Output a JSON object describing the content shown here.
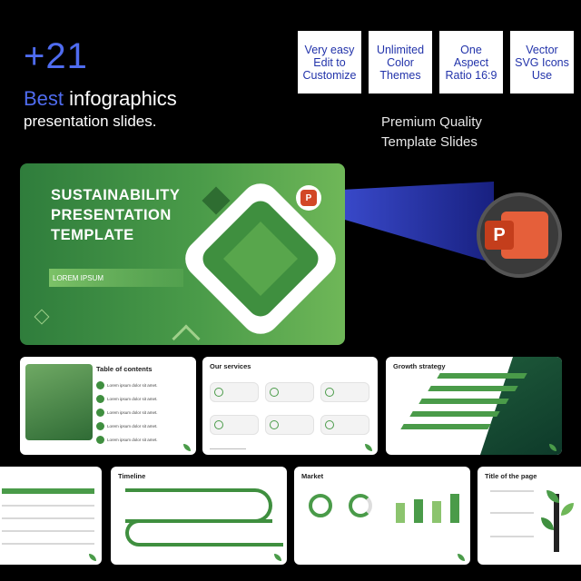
{
  "hero": {
    "count": "+21",
    "line1_accent": "Best",
    "line1_rest": " infographics",
    "line2": "presentation slides."
  },
  "features": [
    "Very easy Edit to Customize",
    "Unlimited Color Themes",
    "One Aspect Ratio 16:9",
    "Vector SVG Icons Use"
  ],
  "premium": [
    "Premium Quality",
    "Template Slides"
  ],
  "main_slide": {
    "title_lines": [
      "SUSTAINABILITY",
      "PRESENTATION",
      "TEMPLATE"
    ],
    "subtitle_bar": "LOREM IPSUM"
  },
  "icons": {
    "powerpoint_small": "powerpoint-icon",
    "powerpoint_big": "powerpoint-icon",
    "ppt_letter": "P"
  },
  "thumbnails": {
    "toc": {
      "title": "Table of contents",
      "item": "Lorem ipsum dolor sit amet."
    },
    "services": {
      "title": "Our services"
    },
    "growth": {
      "title": "Growth strategy"
    },
    "timeline": {
      "title": "Timeline"
    },
    "market": {
      "title": "Market"
    },
    "title_page": {
      "title": "Title of the page"
    }
  },
  "colors": {
    "accent_blue": "#4f6cf0",
    "green": "#4a9b49",
    "ppt_orange": "#d24726"
  }
}
